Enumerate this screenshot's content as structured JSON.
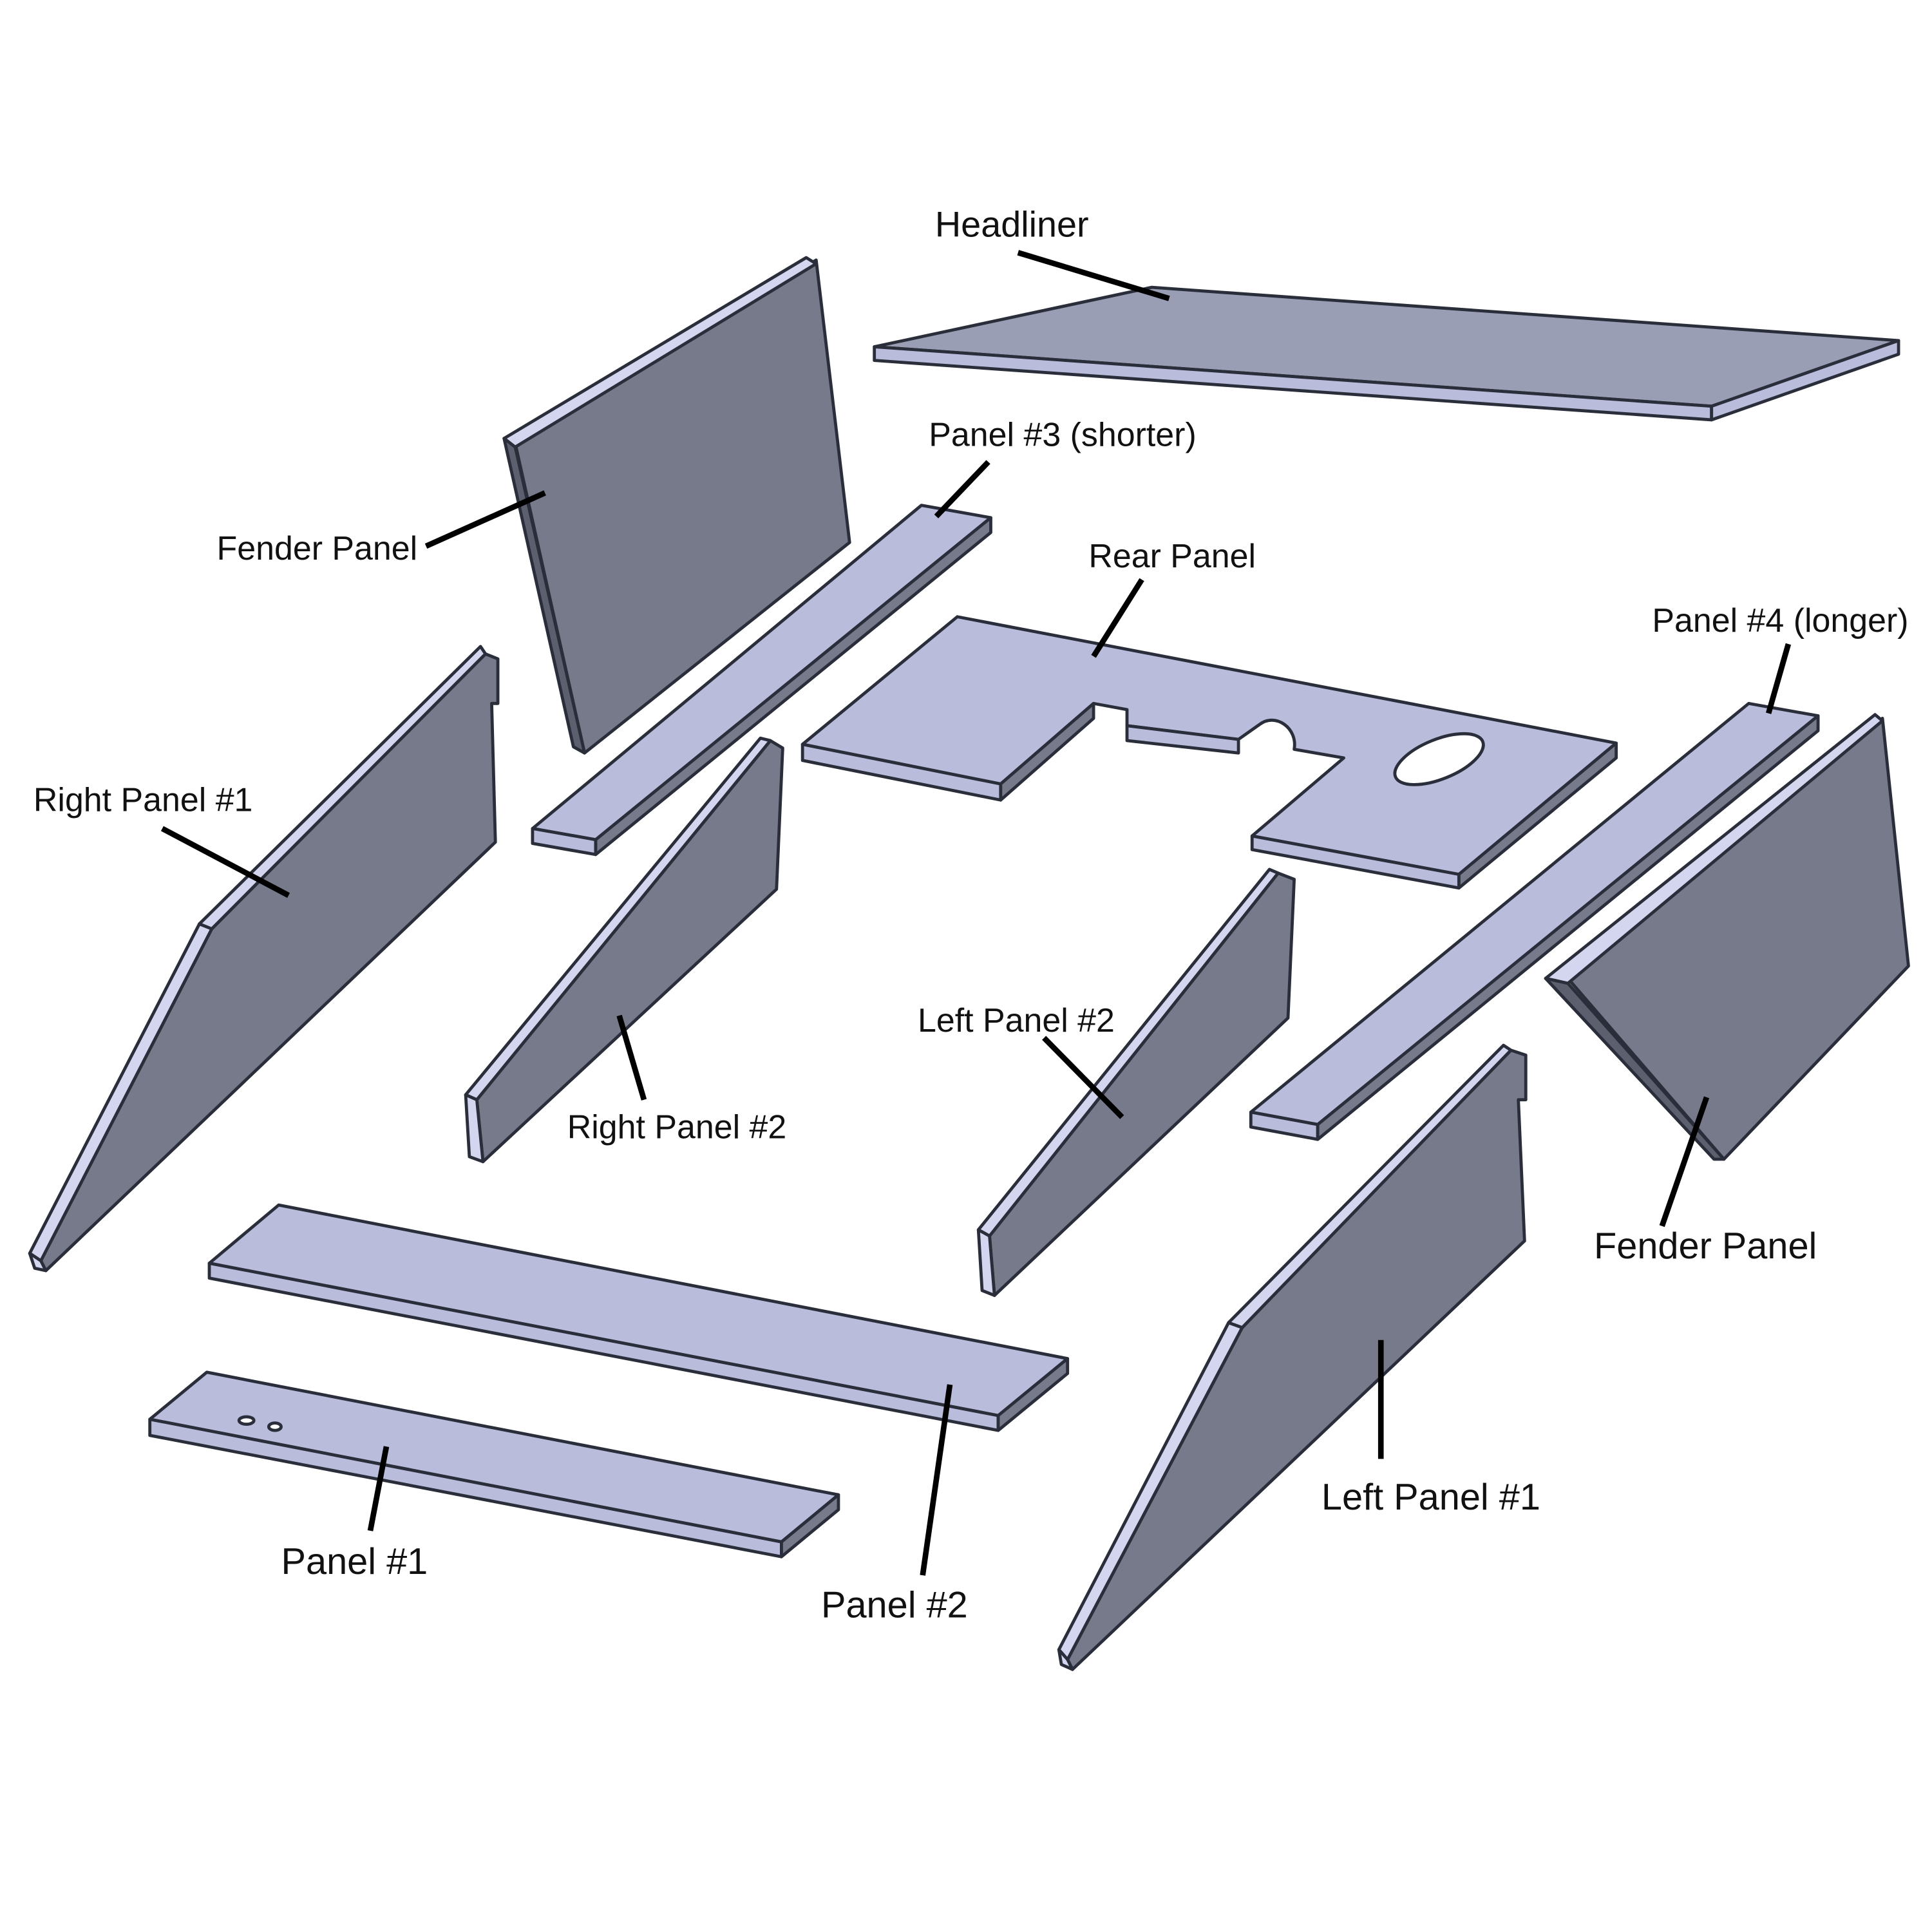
{
  "labels": {
    "headliner": "Headliner",
    "panel3": "Panel #3 (shorter)",
    "fender_left": "Fender Panel",
    "rear": "Rear Panel",
    "panel4": "Panel #4 (longer)",
    "right1": "Right Panel #1",
    "left2": "Left Panel #2",
    "right2": "Right Panel #2",
    "fender_right": "Fender Panel",
    "left1": "Left Panel #1",
    "panel1": "Panel #1",
    "panel2": "Panel #2"
  },
  "colors": {
    "panel_top": "#b9bcda",
    "panel_side": "#777a8b",
    "panel_edge": "#d3d6ee",
    "headliner": "#9a9eb4"
  }
}
